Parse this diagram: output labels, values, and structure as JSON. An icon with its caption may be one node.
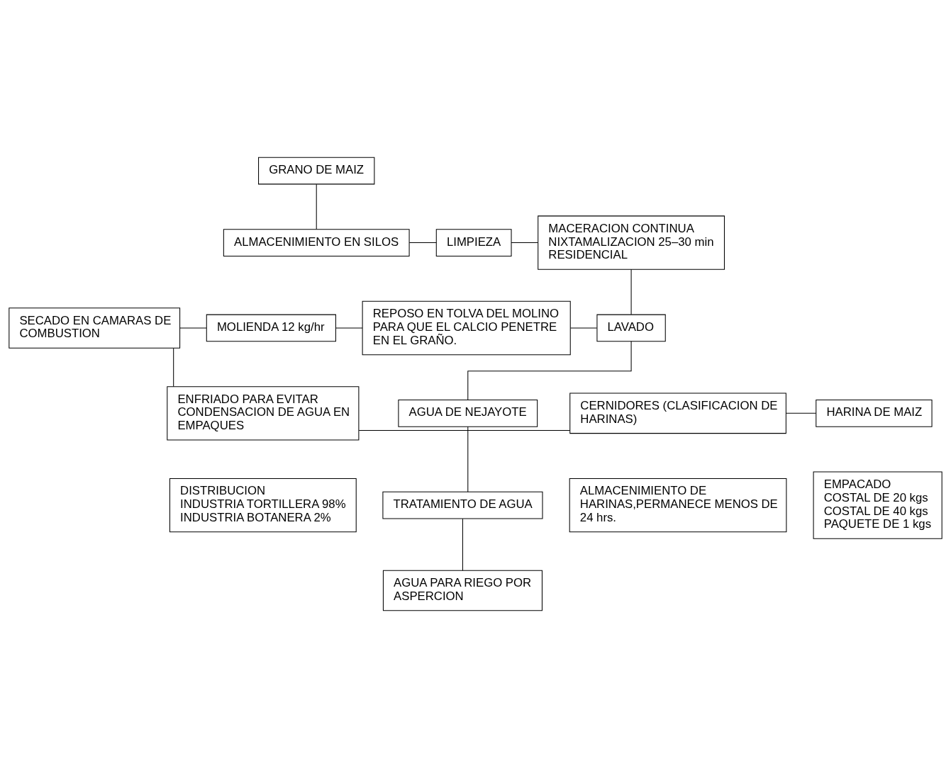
{
  "diagram": {
    "nodes": [
      {
        "text": [
          "GRANO DE MAIZ"
        ]
      },
      {
        "text": [
          "ALMACENIMIENTO EN SILOS"
        ]
      },
      {
        "text": [
          "LIMPIEZA"
        ]
      },
      {
        "text": [
          "MACERACION CONTINUA NIXTAMALIZACION 25–30 min RESIDENCIAL"
        ]
      },
      {
        "text": [
          "SECADO EN CAMARAS DE COMBUSTION"
        ]
      },
      {
        "text": [
          "MOLIENDA 12 kg/hr"
        ]
      },
      {
        "text": [
          "REPOSO EN TOLVA DEL MOLINO PARA QUE EL CALCIO PENETRE EN EL GRAÑO."
        ]
      },
      {
        "text": [
          "LAVADO"
        ]
      },
      {
        "text": [
          "AGUA DE NEJAYOTE"
        ]
      },
      {
        "text": [
          "ENFRIADO PARA EVITAR CONDENSACION DE AGUA EN EMPAQUES"
        ]
      },
      {
        "text": [
          "CERNIDORES (CLASIFICACION DE HARINAS)"
        ]
      },
      {
        "text": [
          "HARINA DE MAIZ"
        ]
      },
      {
        "text": [
          "TRATAMIENTO DE AGUA"
        ]
      },
      {
        "text": [
          "DISTRIBUCION",
          "INDUSTRIA TORTILLERA 98%",
          "INDUSTRIA BOTANERA 2%"
        ]
      },
      {
        "text": [
          "ALMACENIMIENTO DE HARINAS,PERMANECE MENOS DE 24 hrs."
        ]
      },
      {
        "text": [
          "EMPACADO",
          "COSTAL DE 20 kgs",
          "COSTAL DE 40 kgs",
          "PAQUETE DE 1 kgs"
        ]
      },
      {
        "text": [
          "AGUA PARA RIEGO POR ASPERCION"
        ]
      }
    ],
    "edges": [
      {
        "from": 0,
        "to": 1,
        "arrow": "none"
      },
      {
        "from": 1,
        "to": 2,
        "arrow": "none"
      },
      {
        "from": 2,
        "to": 3,
        "arrow": "none"
      },
      {
        "from": 3,
        "to": 7,
        "arrow": "none"
      },
      {
        "from": 6,
        "to": 7,
        "arrow": "none"
      },
      {
        "from": 5,
        "to": 6,
        "arrow": "none"
      },
      {
        "from": 4,
        "to": 5,
        "arrow": "none"
      },
      {
        "from": 4,
        "to": 9,
        "arrow": "none"
      },
      {
        "from": 9,
        "to": 10,
        "arrow": "none"
      },
      {
        "from": 10,
        "to": 11,
        "arrow": "none"
      },
      {
        "from": 7,
        "to": 8,
        "arrow": "none"
      },
      {
        "from": 8,
        "to": 12,
        "arrow": "none"
      },
      {
        "from": 12,
        "to": 16,
        "arrow": "none"
      }
    ]
  }
}
